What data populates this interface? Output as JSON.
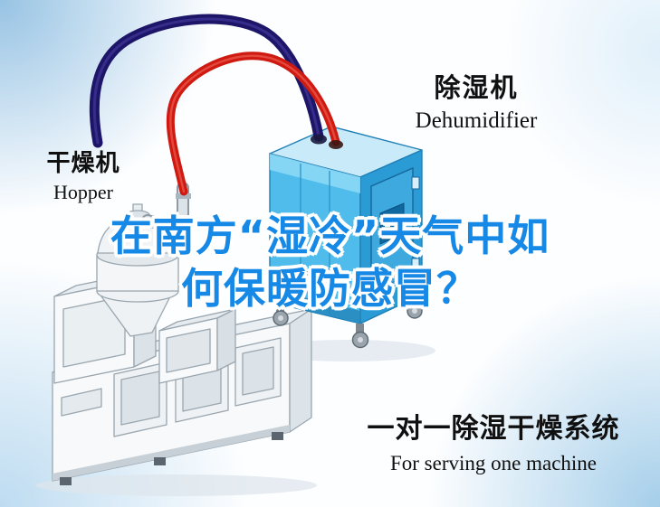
{
  "colors": {
    "headline_blue": "#1688E6",
    "hose_red": "#CE1A10",
    "hose_red_highlight": "#F4685C",
    "hose_navy": "#1D1668",
    "hose_navy_highlight": "#4A41A8",
    "cabinet_front": "#4FBCEC",
    "cabinet_side": "#2B9BD6",
    "cabinet_top": "#C9EAF9",
    "cabinet_outline": "#1F7FB5",
    "machine_fill": "#F7F9FA",
    "machine_outline": "#9AA6AF"
  },
  "labels": {
    "dryer_cn": "干燥机",
    "dryer_en": "Hopper",
    "dehumidifier_cn": "除湿机",
    "dehumidifier_en": "Dehumidifier",
    "footer_cn": "一对一除湿干燥系统",
    "footer_en": "For serving one machine"
  },
  "headline": {
    "line1": "在南方“湿冷”天气中如",
    "line2": "何保暖防感冒？"
  }
}
